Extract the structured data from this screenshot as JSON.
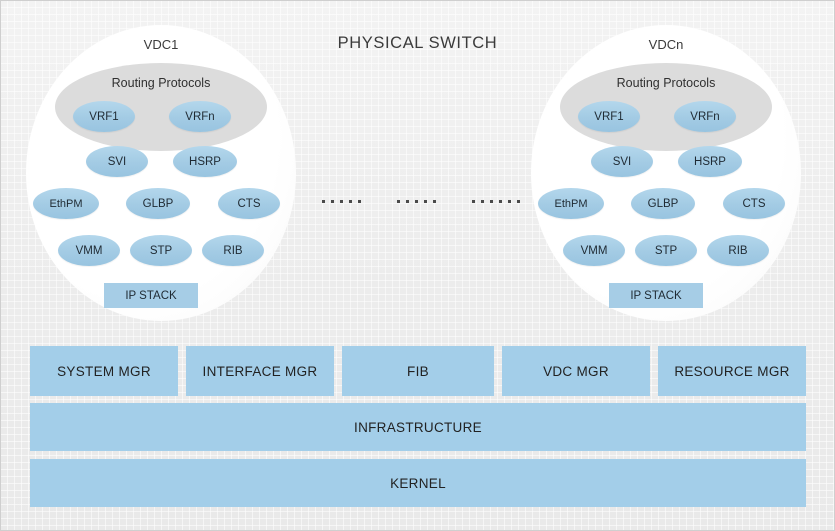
{
  "diagram": {
    "title": "PHYSICAL SWITCH",
    "background_color": "#ededed",
    "node_color": "#a3cbe4",
    "bar_color": "#a3cee9",
    "routing_group_color": "#dcdcdc"
  },
  "vdcs": [
    {
      "id": "vdc1",
      "label": "VDC1",
      "routing_group": {
        "label": "Routing Protocols",
        "nodes": [
          {
            "label": "VRF1"
          },
          {
            "label": "VRFn"
          }
        ]
      },
      "nodes": [
        {
          "label": "SVI"
        },
        {
          "label": "HSRP"
        },
        {
          "label": "EthPM"
        },
        {
          "label": "GLBP"
        },
        {
          "label": "CTS"
        },
        {
          "label": "VMM"
        },
        {
          "label": "STP"
        },
        {
          "label": "RIB"
        }
      ],
      "ip_stack": {
        "label": "IP STACK"
      }
    },
    {
      "id": "vdcn",
      "label": "VDCn",
      "routing_group": {
        "label": "Routing Protocols",
        "nodes": [
          {
            "label": "VRF1"
          },
          {
            "label": "VRFn"
          }
        ]
      },
      "nodes": [
        {
          "label": "SVI"
        },
        {
          "label": "HSRP"
        },
        {
          "label": "EthPM"
        },
        {
          "label": "GLBP"
        },
        {
          "label": "CTS"
        },
        {
          "label": "VMM"
        },
        {
          "label": "STP"
        },
        {
          "label": "RIB"
        }
      ],
      "ip_stack": {
        "label": "IP STACK"
      }
    }
  ],
  "ellipsis_groups": [
    {
      "dots": 5
    },
    {
      "dots": 5
    },
    {
      "dots": 6
    }
  ],
  "manager_bars": [
    {
      "label": "SYSTEM MGR"
    },
    {
      "label": "INTERFACE MGR"
    },
    {
      "label": "FIB"
    },
    {
      "label": "VDC MGR"
    },
    {
      "label": "RESOURCE MGR"
    }
  ],
  "layer_bars": [
    {
      "label": "INFRASTRUCTURE"
    },
    {
      "label": "KERNEL"
    }
  ]
}
